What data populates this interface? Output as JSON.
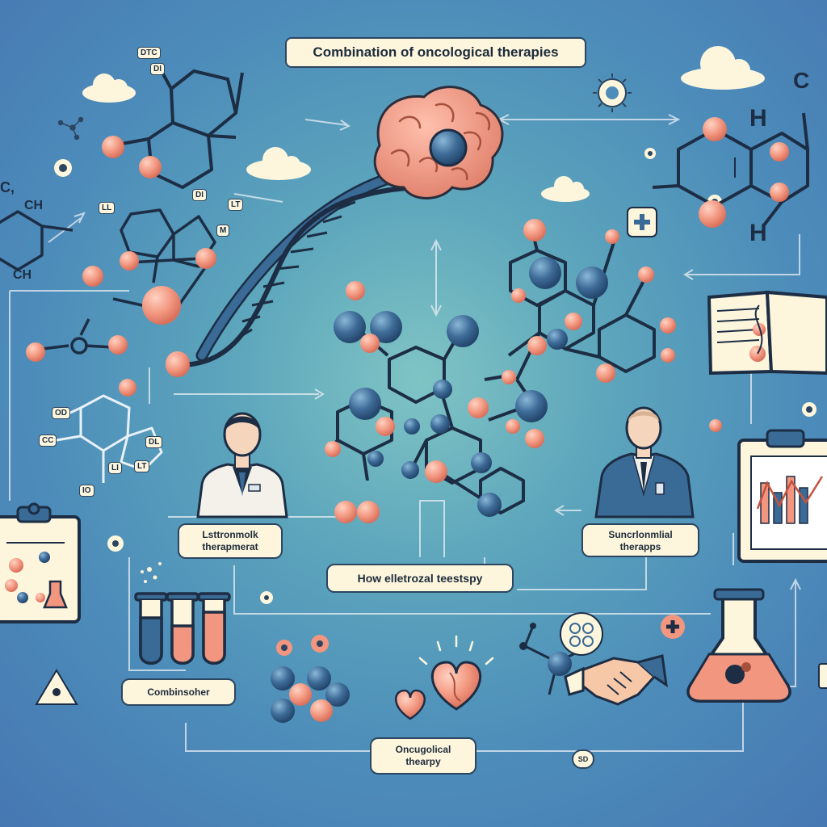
{
  "title": "Combination of oncological therapies",
  "labels": {
    "left_doctor": [
      "Lsttronmolk",
      "therapmerat"
    ],
    "right_doctor": [
      "Suncrlonmlial",
      "therapps"
    ],
    "center": "How elletrozal teestspy",
    "bottom_left": "Combinsoher",
    "bottom_center": [
      "Oncugolical",
      "thearpy"
    ],
    "small_badge": "SD"
  },
  "chem_letters": {
    "top_right_c": "C",
    "top_right_h1": "H",
    "top_right_h2": "H",
    "left_c": "C,",
    "left_ch1": "CH",
    "left_ch2": "CH",
    "ll": "LL",
    "m": "M",
    "lt": "LT",
    "dtc": "DTC",
    "di": "DI",
    "od": "OD",
    "cc": "CC",
    "dl": "DL",
    "li": "LI",
    "lt2": "LT",
    "io": "IO"
  },
  "colors": {
    "background": "#4d8dba",
    "label_fill": "#fdf6dd",
    "line": "#2c4560",
    "atom_dark": "#3a6a96",
    "atom_peach": "#f2967f",
    "brain": "#ef9a86"
  }
}
